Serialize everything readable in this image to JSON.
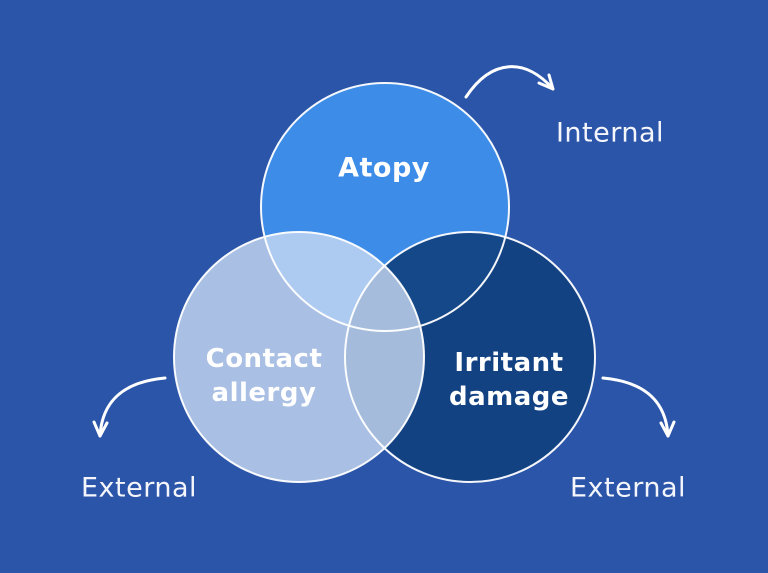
{
  "colors": {
    "background": "#2B55A9",
    "atopy_fill": "#3D8DE8",
    "contact_fill": "#C9D9F1",
    "irritant_fill": "#11407E",
    "outline": "#FFFFFF",
    "arrow": "#FFFFFF",
    "label_text": "#FFFFFF"
  },
  "venn": {
    "atopy": {
      "label": "Atopy"
    },
    "contact": {
      "line1": "Contact",
      "line2": "allergy"
    },
    "irritant": {
      "line1": "Irritant",
      "line2": "damage"
    }
  },
  "annotations": {
    "internal": "Internal",
    "external_left": "External",
    "external_right": "External"
  }
}
